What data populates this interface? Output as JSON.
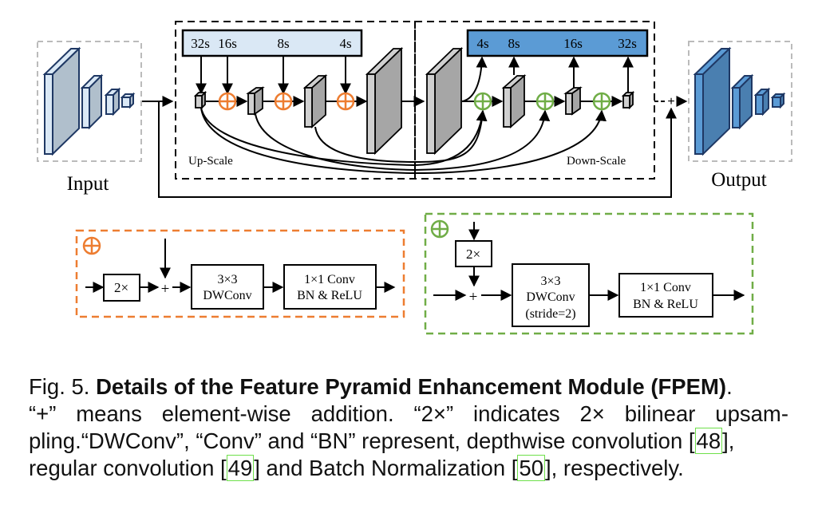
{
  "figure": {
    "input_label": "Input",
    "output_label": "Output",
    "up_scale": {
      "label": "Up-Scale",
      "scales": [
        "32s",
        "16s",
        "8s",
        "4s"
      ]
    },
    "down_scale": {
      "label": "Down-Scale",
      "scales": [
        "4s",
        "8s",
        "16s",
        "32s"
      ]
    },
    "plus_symbol": "+",
    "up_block": {
      "upsample": "2×",
      "plus": "+",
      "dwconv_line1": "3×3",
      "dwconv_line2": "DWConv",
      "conv_line1": "1×1 Conv",
      "conv_line2": "BN & ReLU"
    },
    "down_block": {
      "upsample": "2×",
      "plus": "+",
      "dwconv_line1": "3×3",
      "dwconv_line2": "DWConv",
      "dwconv_line3": "(stride=2)",
      "conv_line1": "1×1 Conv",
      "conv_line2": "BN & ReLU"
    },
    "colors": {
      "up_accent": "#ed7d31",
      "down_accent": "#70ad47",
      "input_fill": "#dae8f5",
      "output_fill": "#5b9bd5",
      "up_bar": "#dae8f5",
      "down_bar": "#5b9bd5",
      "citation_box": "#6ee04a"
    }
  },
  "caption": {
    "fig_num": "Fig. 5.",
    "title": "Details of the Feature Pyramid Enhancement Module (FPEM)",
    "title_end": ".",
    "line2": "“+” means element-wise addition. “2×” indicates 2× bilinear upsam-",
    "line3_pre": "pling.“DWConv”, “Conv” and “BN” represent, depthwise convolution [",
    "ref1": "48",
    "line3_post": "],",
    "line4_pre": "regular convolution [",
    "ref2": "49",
    "line4_mid": "] and Batch Normalization [",
    "ref3": "50",
    "line4_post": "], respectively."
  }
}
